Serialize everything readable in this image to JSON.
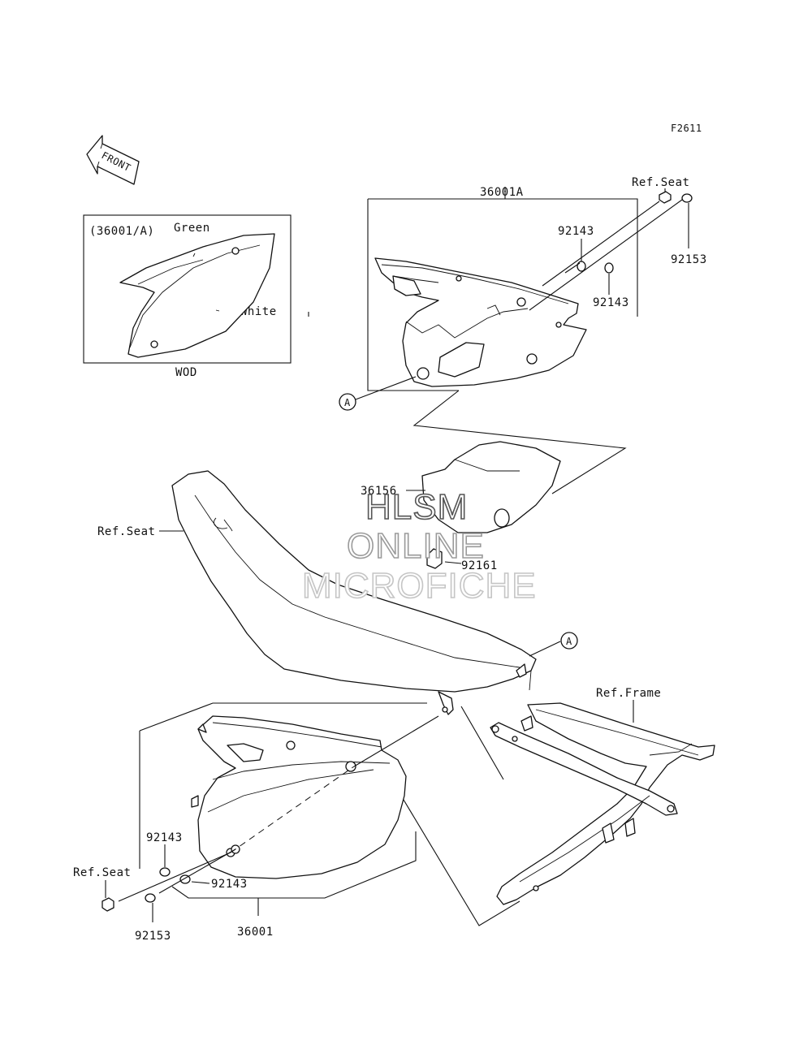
{
  "figure_code": "F2611",
  "front_arrow_text": "FRONT",
  "inset": {
    "title": "(36001/A)",
    "color_green": "Green",
    "color_white": "White",
    "caption": "WOD"
  },
  "callouts": {
    "ref_seat_top": "Ref.Seat",
    "part_36001A": "36001A",
    "part_92143_top_a": "92143",
    "part_92143_top_b": "92143",
    "part_92153_top": "92153",
    "marker_A_top": "A",
    "part_36156": "36156",
    "part_92161": "92161",
    "ref_seat_mid": "Ref.Seat",
    "marker_A_mid": "A",
    "ref_frame": "Ref.Frame",
    "part_92143_bot_a": "92143",
    "part_92143_bot_b": "92143",
    "ref_seat_bot": "Ref.Seat",
    "part_92153_bot": "92153",
    "part_36001": "36001"
  },
  "watermark": {
    "line1": "HLSM",
    "line2": "ONLINE",
    "line3": "MICROFICHE"
  }
}
